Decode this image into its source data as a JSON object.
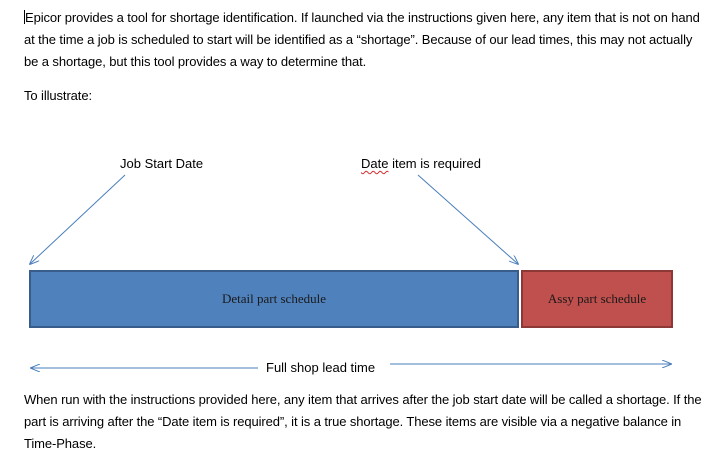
{
  "intro": {
    "paragraph": "Epicor provides a tool for shortage identification. If launched via the instructions given here, any item that is not on hand at the time a job is scheduled to start will be identified as a “shortage”. Because of our lead times, this may not actually be a shortage, but this tool provides a way to determine that.",
    "illustrate": "To illustrate:"
  },
  "diagram": {
    "job_start_label": "Job Start Date",
    "date_required_label": "Date item is required",
    "detail_bar_label": "Detail part schedule",
    "assy_bar_label": "Assy part schedule",
    "lead_time_label": "Full shop lead time",
    "colors": {
      "detail_fill": "#4f81bd",
      "assy_fill": "#c0504d",
      "arrow": "#4a7ebb"
    }
  },
  "closing": {
    "paragraph": "When run with the instructions provided here, any item that arrives after the job start date will be called a shortage. If the part is arriving after the “Date item is required”, it is a true shortage. These items are visible via a negative balance in Time-Phase."
  }
}
